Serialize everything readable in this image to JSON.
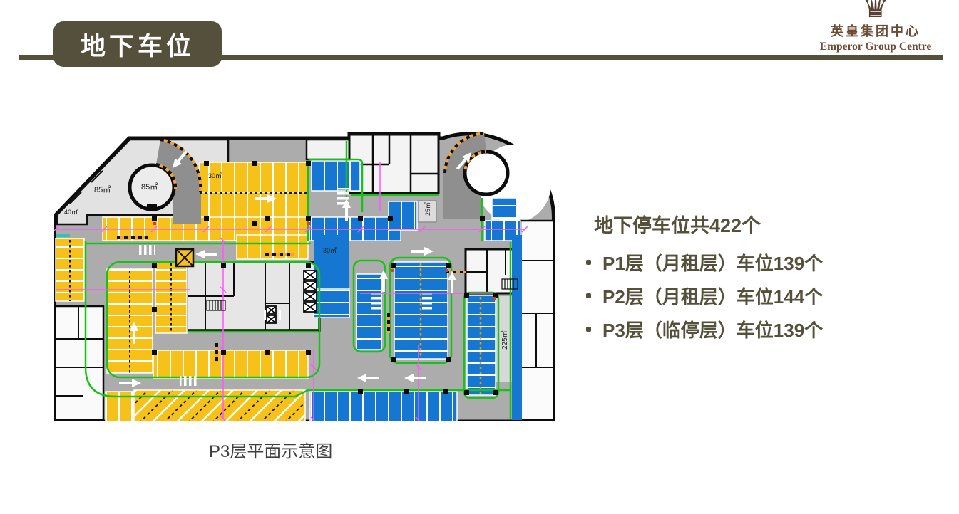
{
  "slide": {
    "title": "地下车位",
    "caption": "P3层平面示意图",
    "logo": {
      "crown_glyph": "♛",
      "crown_icon": "crown-icon",
      "line1": "英皇集团中心",
      "line2": "Emperor Group Centre"
    },
    "stats": {
      "heading": "地下停车位共422个",
      "bullets": [
        "P1层（月租层）车位139个",
        "P2层（月租层）车位144个",
        "P3层（临停层）车位139个"
      ]
    },
    "plan": {
      "labels": [
        {
          "text": "40㎡"
        },
        {
          "text": "85㎡"
        },
        {
          "text": "85㎡"
        },
        {
          "text": "30㎡"
        },
        {
          "text": "30㎡"
        },
        {
          "text": "25㎡"
        },
        {
          "text": "225㎡"
        }
      ]
    },
    "colors": {
      "accent_olive": "#55503C",
      "logo_brown": "#6B4B33",
      "stall_yellow": "#F6C21A",
      "stall_blue": "#1577D2",
      "lane_gray": "#ACACAC",
      "lane_line_green": "#17C317",
      "dimension_magenta": "#FF55FF"
    }
  }
}
